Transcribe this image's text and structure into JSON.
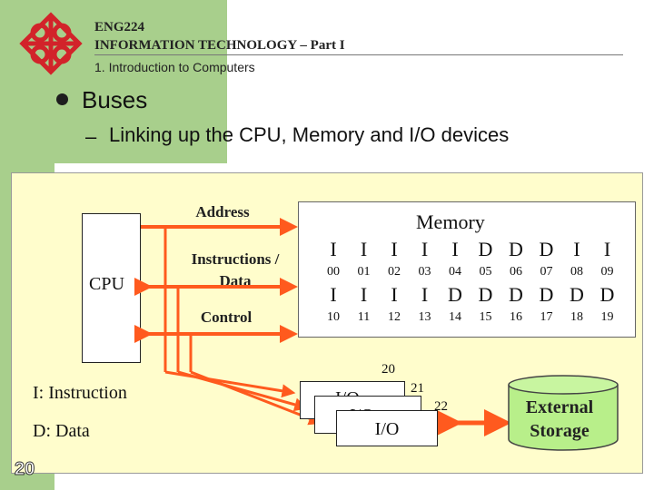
{
  "header": {
    "course_code": "ENG224",
    "course_title": "INFORMATION TECHNOLOGY – Part I",
    "chapter": "1. Introduction to Computers"
  },
  "content": {
    "bullet": "Buses",
    "sub_bullet_dash": "–",
    "sub_bullet": "Linking up the CPU, Memory and I/O devices"
  },
  "diagram": {
    "cpu_label": "CPU",
    "memory_title": "Memory",
    "buses": {
      "address": "Address",
      "data_line1": "Instructions /",
      "data_line2": "Data",
      "control": "Control"
    },
    "memory_row1": {
      "contents": [
        "I",
        "I",
        "I",
        "I",
        "I",
        "D",
        "D",
        "D",
        "I",
        "I"
      ],
      "addresses": [
        "00",
        "01",
        "02",
        "03",
        "04",
        "05",
        "06",
        "07",
        "08",
        "09"
      ]
    },
    "memory_row2": {
      "contents": [
        "I",
        "I",
        "I",
        "I",
        "D",
        "D",
        "D",
        "D",
        "D",
        "D"
      ],
      "addresses": [
        "10",
        "11",
        "12",
        "13",
        "14",
        "15",
        "16",
        "17",
        "18",
        "19"
      ]
    },
    "io": {
      "num_20": "20",
      "num_21": "21",
      "num_22": "22",
      "back_label": "I/O",
      "mid_label": "I/O",
      "front_label": "I/O"
    },
    "external_storage_line1": "External",
    "external_storage_line2": "Storage"
  },
  "legend": {
    "instruction": "I: Instruction",
    "data": "D: Data"
  },
  "slide_number": "20",
  "colors": {
    "accent_green": "#a8cf8c",
    "bus_orange": "#ff5a1e",
    "panel_yellow": "#fffdcc",
    "storage_green": "#b8ef8a"
  }
}
